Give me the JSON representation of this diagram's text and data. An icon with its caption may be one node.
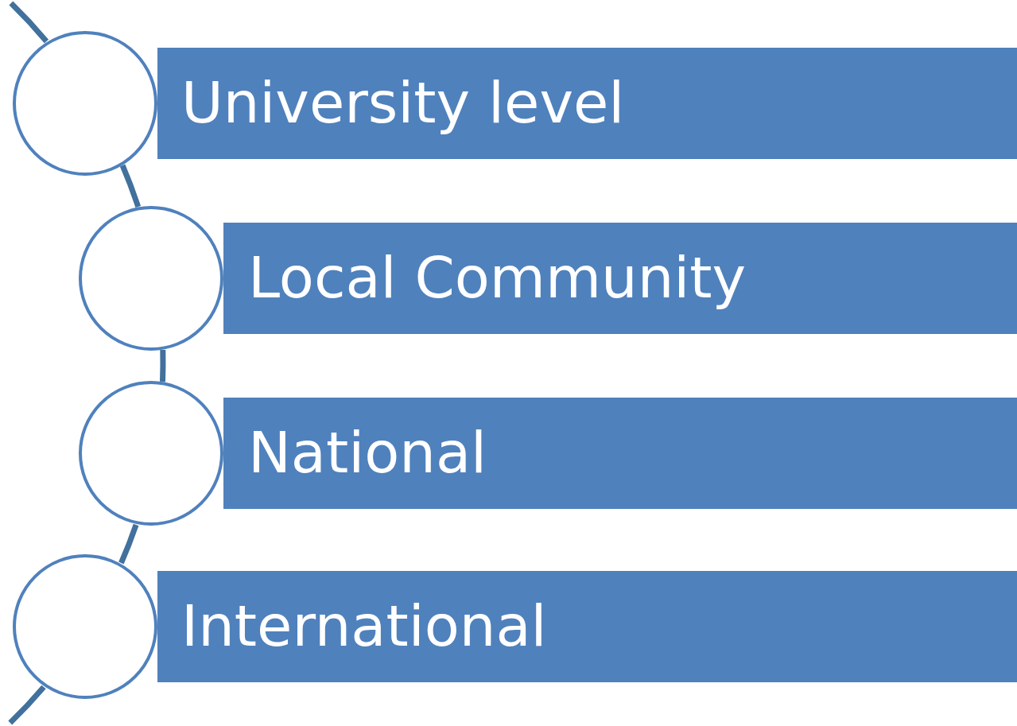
{
  "diagram": {
    "nodes": [
      {
        "text": [
          "University level"
        ]
      },
      {
        "text": [
          "Local Community"
        ]
      },
      {
        "text": [
          "National"
        ]
      },
      {
        "text": [
          "International"
        ]
      },
      {
        "text": [],
        "shape": "circle"
      },
      {
        "text": [],
        "shape": "circle"
      },
      {
        "text": [],
        "shape": "circle"
      },
      {
        "text": [],
        "shape": "circle"
      }
    ],
    "edges": [
      {
        "from": null,
        "to": 4,
        "arrow": "none"
      },
      {
        "from": 4,
        "to": 5,
        "arrow": "none"
      },
      {
        "from": 5,
        "to": 6,
        "arrow": "none"
      },
      {
        "from": 6,
        "to": 7,
        "arrow": "none"
      },
      {
        "from": 7,
        "to": null,
        "arrow": "none"
      }
    ]
  }
}
